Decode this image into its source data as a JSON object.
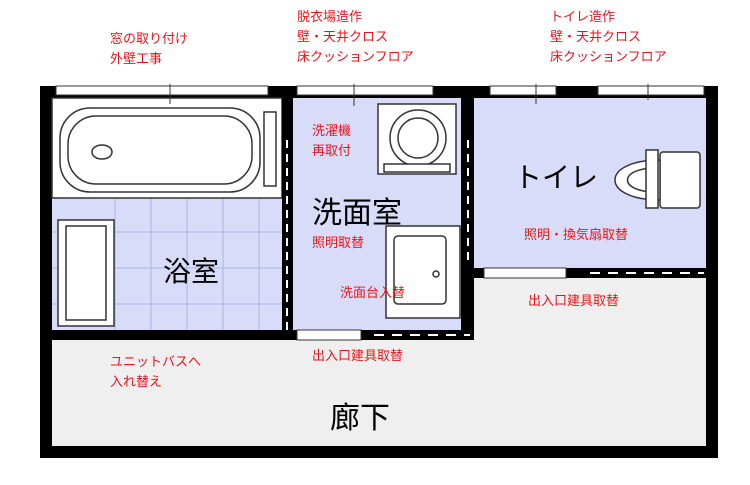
{
  "rooms": {
    "bathroom": "浴室",
    "washroom": "洗面室",
    "toilet": "トイレ",
    "hallway": "廊下"
  },
  "notes": {
    "window": [
      "窓の取り付け",
      "外壁工事"
    ],
    "dressing_room": [
      "脱衣場造作",
      "壁・天井クロス",
      "床クッションフロア"
    ],
    "toilet_work": [
      "トイレ造作",
      "壁・天井クロス",
      "床クッションフロア"
    ],
    "washer": [
      "洗濯機",
      "再取付"
    ],
    "washroom_light": "照明取替",
    "toilet_light_fan": "照明・換気扇取替",
    "vanity": "洗面台入替",
    "toilet_door": "出入口建具取替",
    "unit_bath": [
      "ユニットバスへ",
      "入れ替え"
    ],
    "washroom_door": "出入口建具取替"
  },
  "colors": {
    "wall": "#000000",
    "room_fill": "#d9dcf8",
    "hallway_fill": "#efefef",
    "note_text": "#e8141b",
    "tile_line": "#aab2e8"
  }
}
